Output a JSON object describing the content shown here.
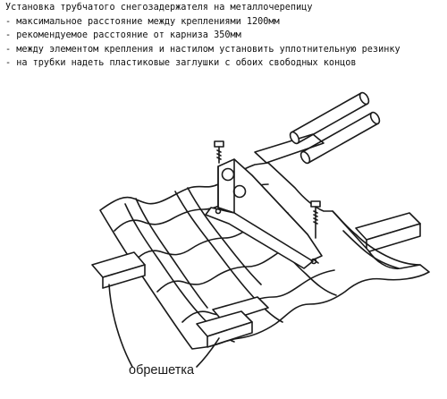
{
  "instructions": {
    "title": "Установка трубчатого снегозадержателя на металлочерепицу",
    "items": [
      "- максимальное расстояние между креплениями 1200мм",
      "- рекомендуемое расстояние от карниза 350мм",
      "- между элементом крепления и настилом установить уплотнительную резинку",
      "- на трубки надеть пластиковые заглушки с обоих свободных концов"
    ]
  },
  "drawing": {
    "callout_label": "обрешетка",
    "line_color": "#1a1a1a"
  }
}
